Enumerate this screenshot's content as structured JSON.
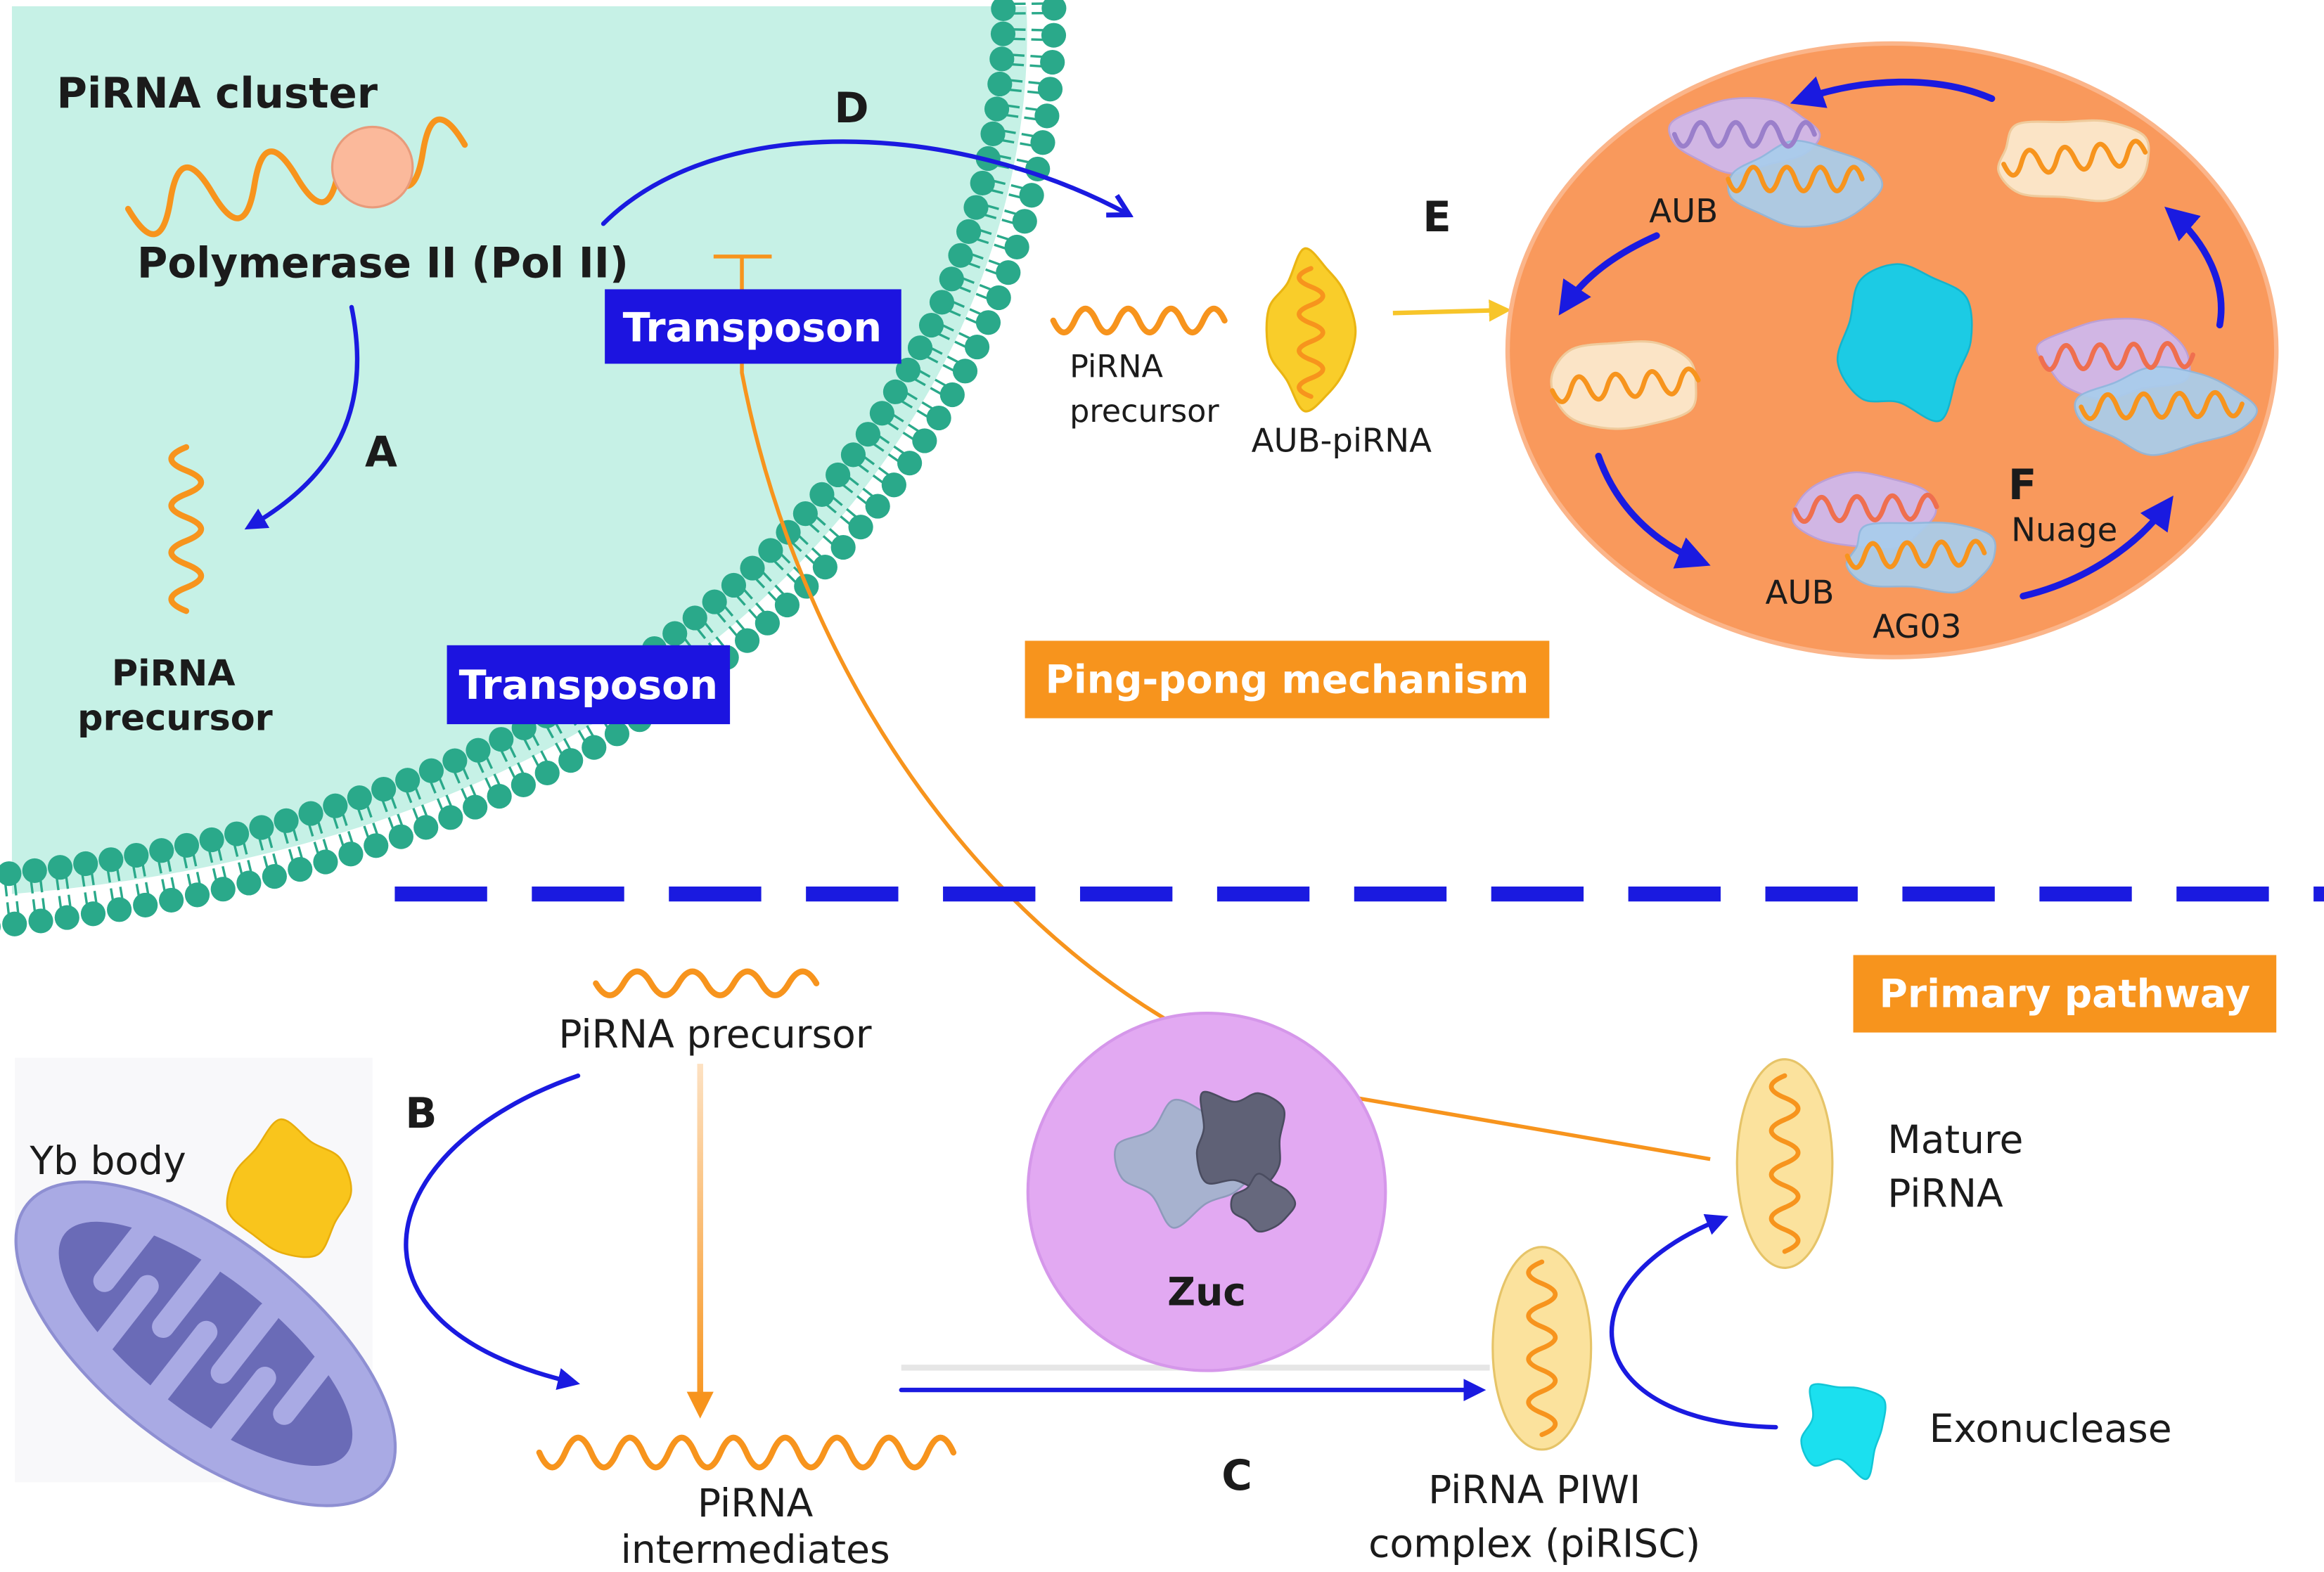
{
  "labels": {
    "pirna_cluster": "PiRNA cluster",
    "pol_ii": "Polymerase II (Pol II)",
    "step_a": "A",
    "step_b": "B",
    "step_c": "C",
    "step_d": "D",
    "step_e": "E",
    "step_f": "F",
    "nucleus_precursor": [
      "PiRNA",
      "precursor"
    ],
    "transposon_top": "Transposon",
    "transposon_bottom": "Transposon",
    "cyto_precursor": [
      "PiRNA",
      "precursor"
    ],
    "aub_pirna": "AUB-piRNA",
    "aub_top": "AUB",
    "aub_bottom": "AUB",
    "ago3": "AG03",
    "nuage": "Nuage",
    "ping_pong": "Ping-pong mechanism",
    "primary_pathway": "Primary pathway",
    "primary_precursor": "PiRNA precursor",
    "yb_body": "Yb body",
    "zuc": "Zuc",
    "intermediates": [
      "PiRNA",
      "intermediates"
    ],
    "pirisc": [
      "PiRNA PIWI",
      "complex (piRISC)"
    ],
    "mature": [
      "Mature",
      "PiRNA"
    ],
    "exonuclease": "Exonuclease"
  },
  "colors": {
    "nucleus": "#c6f1e6",
    "membrane": "#2aa98a",
    "rna": "#f7941d",
    "arrow": "#1a1ae0",
    "transposon_box": "#1c14e0",
    "label_box": "#f7941d",
    "nuage": "#f9995c",
    "zuc": "#e2a9f2",
    "aub_pirna": "#f9cd2a",
    "exonuclease": "#1be0ef"
  }
}
